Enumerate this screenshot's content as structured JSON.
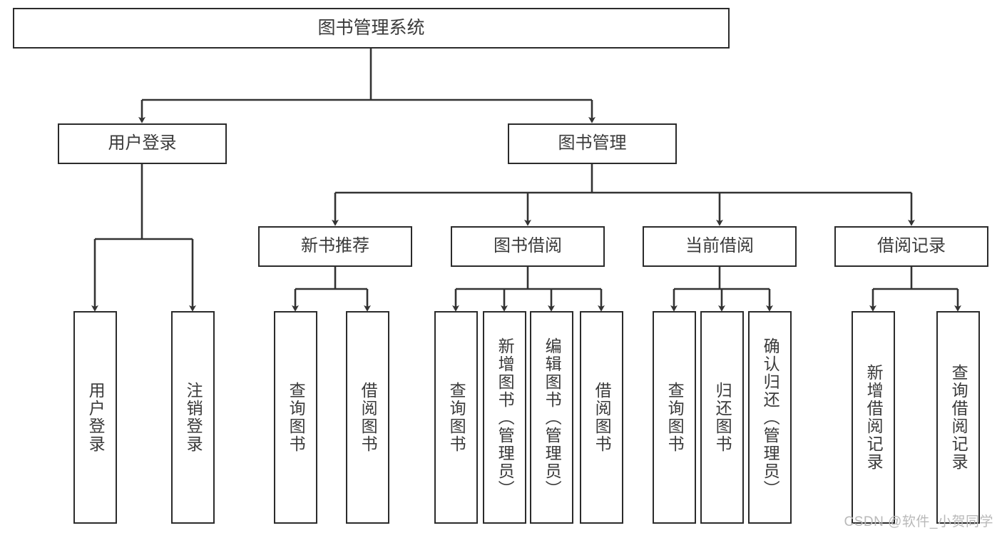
{
  "diagram": {
    "title": "图书管理系统",
    "type": "tree",
    "root": {
      "label": "图书管理系统"
    },
    "level2": [
      {
        "id": "user-login",
        "label": "用户登录"
      },
      {
        "id": "book-manage",
        "label": "图书管理"
      }
    ],
    "level3": [
      {
        "id": "new-book-recommend",
        "label": "新书推荐",
        "parent": "book-manage"
      },
      {
        "id": "book-borrow",
        "label": "图书借阅",
        "parent": "book-manage"
      },
      {
        "id": "current-borrow",
        "label": "当前借阅",
        "parent": "book-manage"
      },
      {
        "id": "borrow-record",
        "label": "借阅记录",
        "parent": "book-manage"
      }
    ],
    "leaves": [
      {
        "id": "leaf-user-login",
        "label": "用户登录",
        "parent": "user-login"
      },
      {
        "id": "leaf-user-logout",
        "label": "注销登录",
        "parent": "user-login"
      },
      {
        "id": "leaf-query-book-1",
        "label": "查询图书",
        "parent": "new-book-recommend"
      },
      {
        "id": "leaf-borrow-book-1",
        "label": "借阅图书",
        "parent": "new-book-recommend"
      },
      {
        "id": "leaf-query-book-2",
        "label": "查询图书",
        "parent": "book-borrow"
      },
      {
        "id": "leaf-add-book",
        "label": "新增图书（管理员）",
        "parent": "book-borrow"
      },
      {
        "id": "leaf-edit-book",
        "label": "编辑图书（管理员）",
        "parent": "book-borrow"
      },
      {
        "id": "leaf-borrow-book-2",
        "label": "借阅图书",
        "parent": "book-borrow"
      },
      {
        "id": "leaf-query-book-3",
        "label": "查询图书",
        "parent": "current-borrow"
      },
      {
        "id": "leaf-return-book",
        "label": "归还图书",
        "parent": "current-borrow"
      },
      {
        "id": "leaf-confirm-return",
        "label": "确认归还（管理员）",
        "parent": "current-borrow"
      },
      {
        "id": "leaf-add-record",
        "label": "新增借阅记录",
        "parent": "borrow-record"
      },
      {
        "id": "leaf-query-record",
        "label": "查询借阅记录",
        "parent": "borrow-record"
      }
    ]
  },
  "watermark": {
    "text": "CSDN @软件_小贺同学"
  },
  "colors": {
    "border": "#2b2b2b",
    "text": "#3a3a3a",
    "background": "#ffffff",
    "edge": "#333333",
    "watermark": "#b9b9b9"
  }
}
